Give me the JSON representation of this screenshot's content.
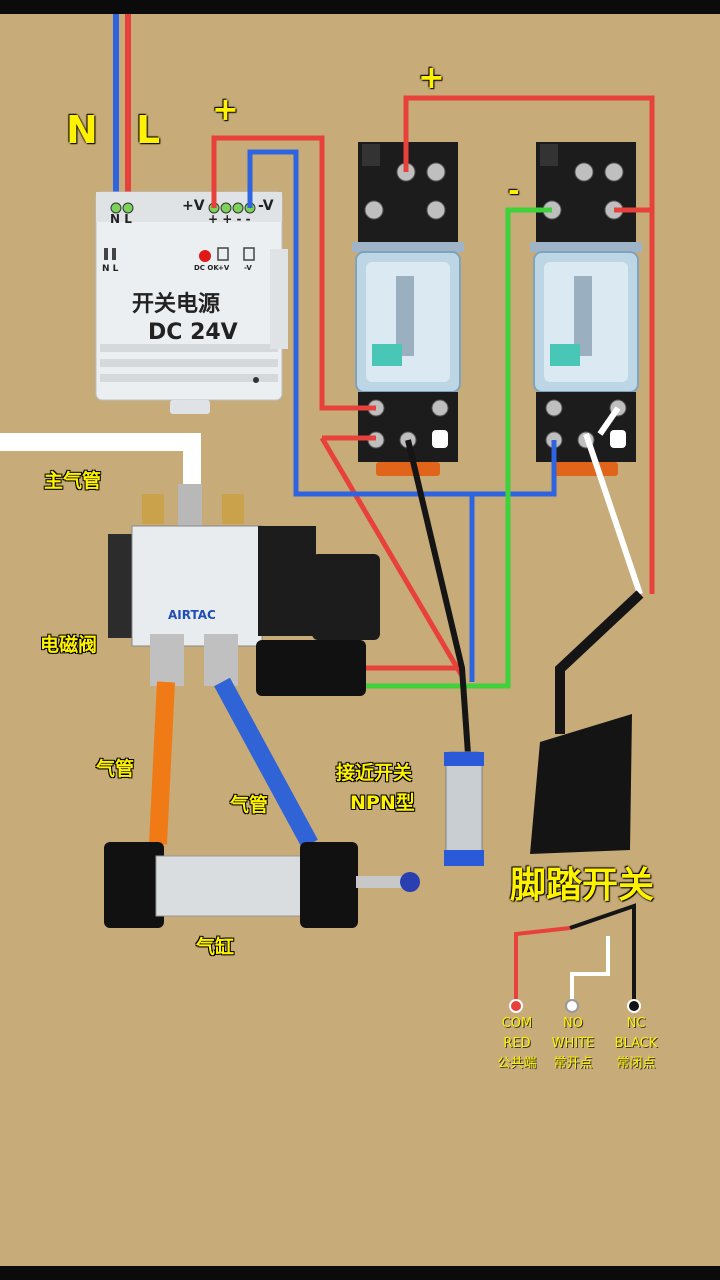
{
  "labels": {
    "neutral": "N",
    "live": "L",
    "plus_psu": "+",
    "plus_relay": "+",
    "minus_relay": "-"
  },
  "power_supply": {
    "title": "开关电源",
    "model": "DC 24V",
    "top_left_pins": "N L",
    "top_right_pins_pos": "+V",
    "top_right_pins_neg": "-V",
    "pin_marks": "+ + - -",
    "bottom_pins_left": "N  L",
    "dc_ok": "DC OK",
    "adj_left": "+V",
    "adj_right": "-V"
  },
  "components": {
    "main_air_pipe": "主气管",
    "solenoid_valve": "电磁阀",
    "air_pipe_left": "气管",
    "air_pipe_right": "气管",
    "sensor_line1": "接近开关",
    "sensor_line2": "NPN型",
    "cylinder": "气缸",
    "foot_switch": "脚踏开关",
    "valve_brand": "AIRTAC"
  },
  "foot_switch_legend": {
    "com": [
      "COM",
      "RED",
      "公共端"
    ],
    "no": [
      "NO",
      "WHITE",
      "常开点"
    ],
    "nc": [
      "NC",
      "BLACK",
      "常闭点"
    ]
  },
  "colors": {
    "background": "#c7ab79",
    "wire_red": "#e8403a",
    "wire_blue": "#2e64e0",
    "wire_green": "#3fd23a",
    "wire_black": "#151515",
    "wire_white": "#ffffff",
    "label_yellow": "#fff200"
  }
}
